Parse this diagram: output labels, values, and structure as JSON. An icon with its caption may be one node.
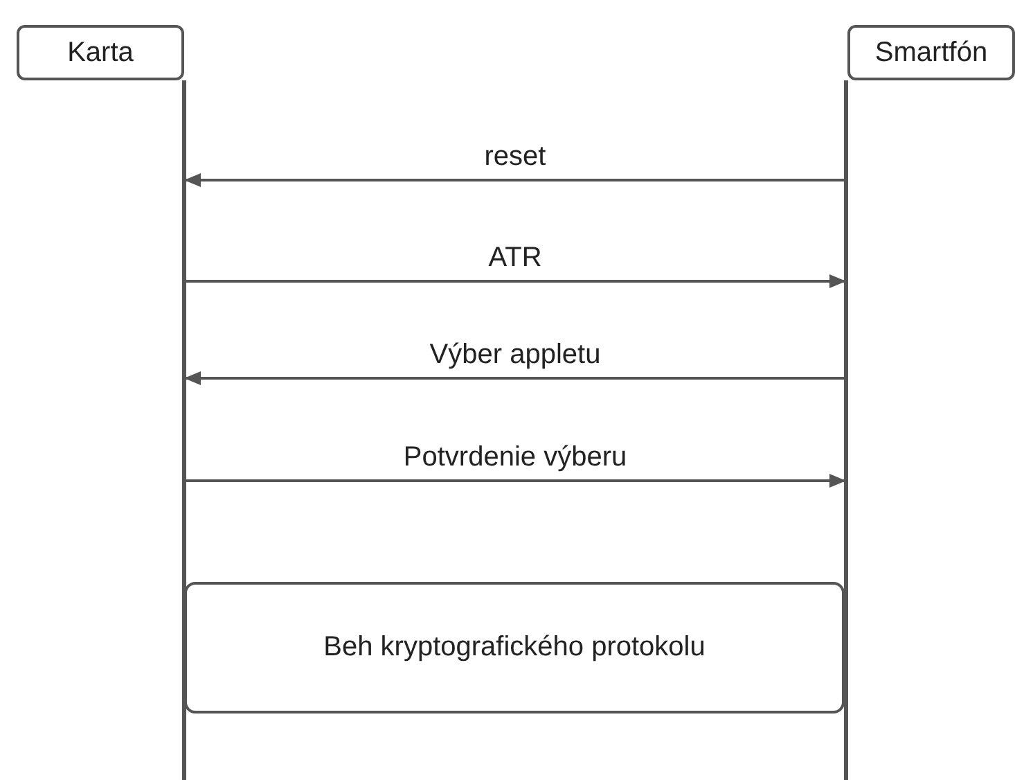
{
  "diagram": {
    "nodes": [
      {
        "text": [
          "Karta"
        ]
      },
      {
        "text": [
          "Smartfón"
        ]
      },
      {
        "text": [
          "Beh kryptografického protokolu"
        ]
      }
    ],
    "edges": [
      {
        "from": 1,
        "to": 0,
        "arrow": "to",
        "label": "reset"
      },
      {
        "from": 0,
        "to": 1,
        "arrow": "to",
        "label": "ATR"
      },
      {
        "from": 1,
        "to": 0,
        "arrow": "to",
        "label": "Výber appletu"
      },
      {
        "from": 0,
        "to": 1,
        "arrow": "to",
        "label": "Potvrdenie výberu"
      }
    ]
  }
}
